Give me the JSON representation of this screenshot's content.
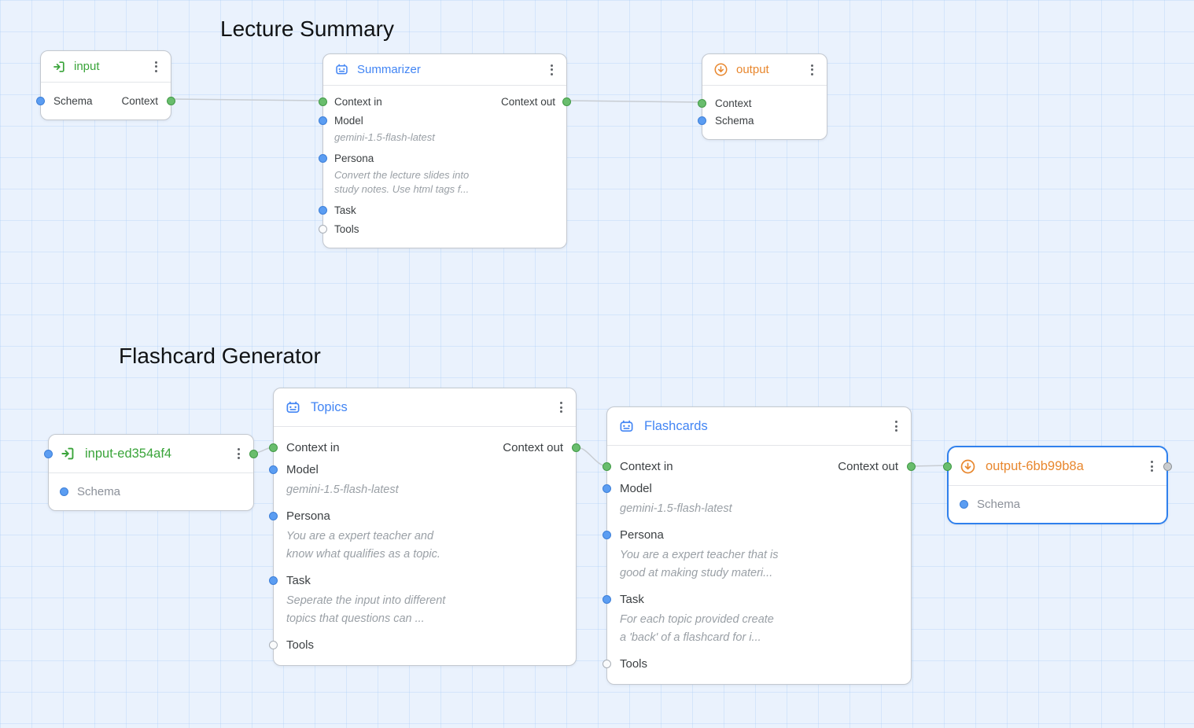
{
  "sections": {
    "lecture": {
      "title": "Lecture Summary"
    },
    "flashcards": {
      "title": "Flashcard Generator"
    }
  },
  "nodes": {
    "input1": {
      "title": "input",
      "schema_label": "Schema",
      "context_label": "Context"
    },
    "summarizer": {
      "title": "Summarizer",
      "context_in": "Context in",
      "context_out": "Context out",
      "fields": [
        {
          "label": "Model",
          "value_lines": [
            "gemini-1.5-flash-latest"
          ]
        },
        {
          "label": "Persona",
          "value_lines": [
            "Convert the lecture slides into",
            "study notes. Use html tags f..."
          ]
        },
        {
          "label": "Task",
          "value_lines": []
        },
        {
          "label": "Tools",
          "value_lines": []
        }
      ]
    },
    "output1": {
      "title": "output",
      "context_label": "Context",
      "schema_label": "Schema"
    },
    "input2": {
      "title": "input-ed354af4",
      "schema_label": "Schema"
    },
    "topics": {
      "title": "Topics",
      "context_in": "Context in",
      "context_out": "Context out",
      "fields": [
        {
          "label": "Model",
          "value_lines": [
            "gemini-1.5-flash-latest"
          ]
        },
        {
          "label": "Persona",
          "value_lines": [
            "You are a expert teacher and",
            "know what qualifies as a topic."
          ]
        },
        {
          "label": "Task",
          "value_lines": [
            "Seperate the input into different",
            "topics that questions can ..."
          ]
        },
        {
          "label": "Tools",
          "value_lines": []
        }
      ]
    },
    "flashcardsNode": {
      "title": "Flashcards",
      "context_in": "Context in",
      "context_out": "Context out",
      "fields": [
        {
          "label": "Model",
          "value_lines": [
            "gemini-1.5-flash-latest"
          ]
        },
        {
          "label": "Persona",
          "value_lines": [
            "You are a expert teacher that is",
            "good at making study materi..."
          ]
        },
        {
          "label": "Task",
          "value_lines": [
            "For each topic provided create",
            "a 'back' of a flashcard for i..."
          ]
        },
        {
          "label": "Tools",
          "value_lines": []
        }
      ]
    },
    "output2": {
      "title": "output-6bb99b8a",
      "schema_label": "Schema"
    }
  },
  "edges": [
    {
      "from": "input.Context",
      "to": "Summarizer.Context in"
    },
    {
      "from": "Summarizer.Context out",
      "to": "output.Context"
    },
    {
      "from": "input-ed354af4.Context",
      "to": "Topics.Context in"
    },
    {
      "from": "Topics.Context out",
      "to": "Flashcards.Context in"
    },
    {
      "from": "Flashcards.Context out",
      "to": "output-6bb99b8a.Context"
    }
  ],
  "icons": {
    "input_node": "sign-in-icon",
    "agent_node": "robot-icon",
    "output_node": "download-circle-icon",
    "node_menu": "kebab-menu-icon"
  },
  "colors": {
    "input_accent": "#3aa43a",
    "agent_accent": "#4285f4",
    "output_accent": "#e8872e",
    "selection_border": "#2f80ed",
    "context_port": "#69bd6d",
    "field_port": "#5b9df2",
    "tools_port": "#fafbfc",
    "edge": "#c8cdd3",
    "canvas_bg": "#eaf2fd"
  }
}
